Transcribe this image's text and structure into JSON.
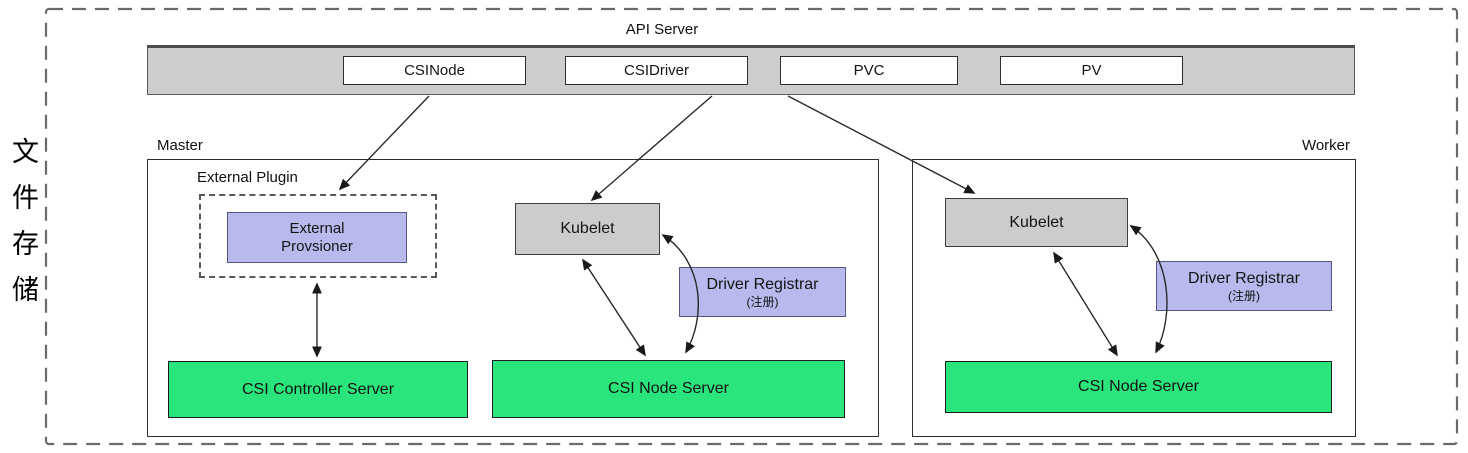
{
  "side_label": {
    "text": "文件存储"
  },
  "api_server": {
    "title": "API Server",
    "resources": [
      {
        "label": "CSINode"
      },
      {
        "label": "CSIDriver"
      },
      {
        "label": "PVC"
      },
      {
        "label": "PV"
      }
    ]
  },
  "master": {
    "label": "Master",
    "external_plugin": {
      "label": "External Plugin"
    },
    "external_provisioner": {
      "line1": "External",
      "line2": "Provsioner"
    },
    "kubelet": {
      "label": "Kubelet"
    },
    "driver_registrar": {
      "label": "Driver Registrar",
      "sublabel": "(注册)"
    },
    "csi_controller_server": {
      "label": "CSI Controller Server"
    },
    "csi_node_server": {
      "label": "CSI Node Server"
    }
  },
  "worker": {
    "label": "Worker",
    "kubelet": {
      "label": "Kubelet"
    },
    "driver_registrar": {
      "label": "Driver Registrar",
      "sublabel": "(注册)"
    },
    "csi_node_server": {
      "label": "CSI Node Server"
    }
  },
  "colors": {
    "api_bar_fill": "#cdcdcd",
    "kubelet_fill": "#cccccc",
    "registrar_fill": "#b8b9ec",
    "provisioner_fill": "#b8b9ec",
    "server_green_fill": "#29e57b",
    "arrow": "#2a2a2a",
    "outer_dash_border": "#6a6a6a"
  }
}
